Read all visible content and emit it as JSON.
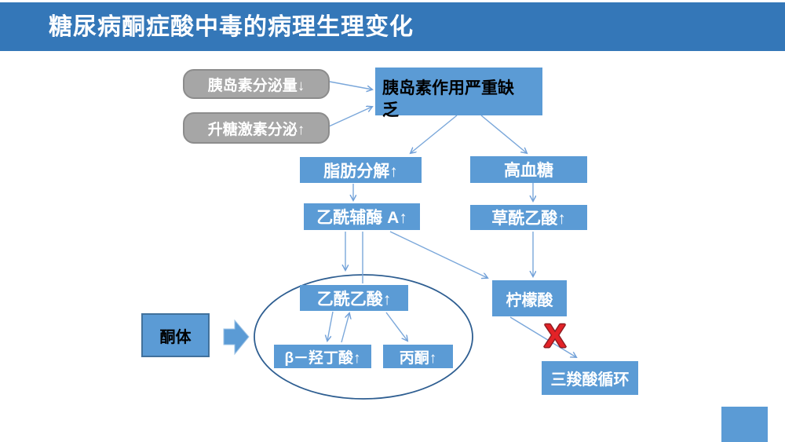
{
  "slide": {
    "title": "糖尿病酮症酸中毒的病理生理变化"
  },
  "colors": {
    "header_blue": "#3477B8",
    "node_blue": "#5B9BD5",
    "node_gray": "#A6A6A6",
    "ketone_border_blue": "#41719C",
    "arrow_light_blue": "#7AA7DA",
    "ellipse_stroke": "#2E5E91",
    "blocked_red": "#E32227",
    "text_white": "#FFFFFF",
    "text_black": "#000000"
  },
  "nodes": {
    "insulin_secretion": "胰岛素分泌量↓",
    "glucagon_secretion": "升糖激素分泌↑",
    "insulin_deficiency": "胰岛素作用严重缺乏",
    "lipolysis": "脂肪分解↑",
    "hyperglycemia": "高血糖",
    "acetyl_coa": "乙酰辅酶 A↑",
    "oxaloacetate": "草酰乙酸↑",
    "acetoacetate": "乙酰乙酸↑",
    "beta_hydroxybutyrate": "β－羟丁酸↑",
    "acetone": "丙酮↑",
    "ketone_body": "酮体",
    "citrate": "柠檬酸",
    "tca_cycle": "三羧酸循环",
    "blocked_marker": "X"
  }
}
